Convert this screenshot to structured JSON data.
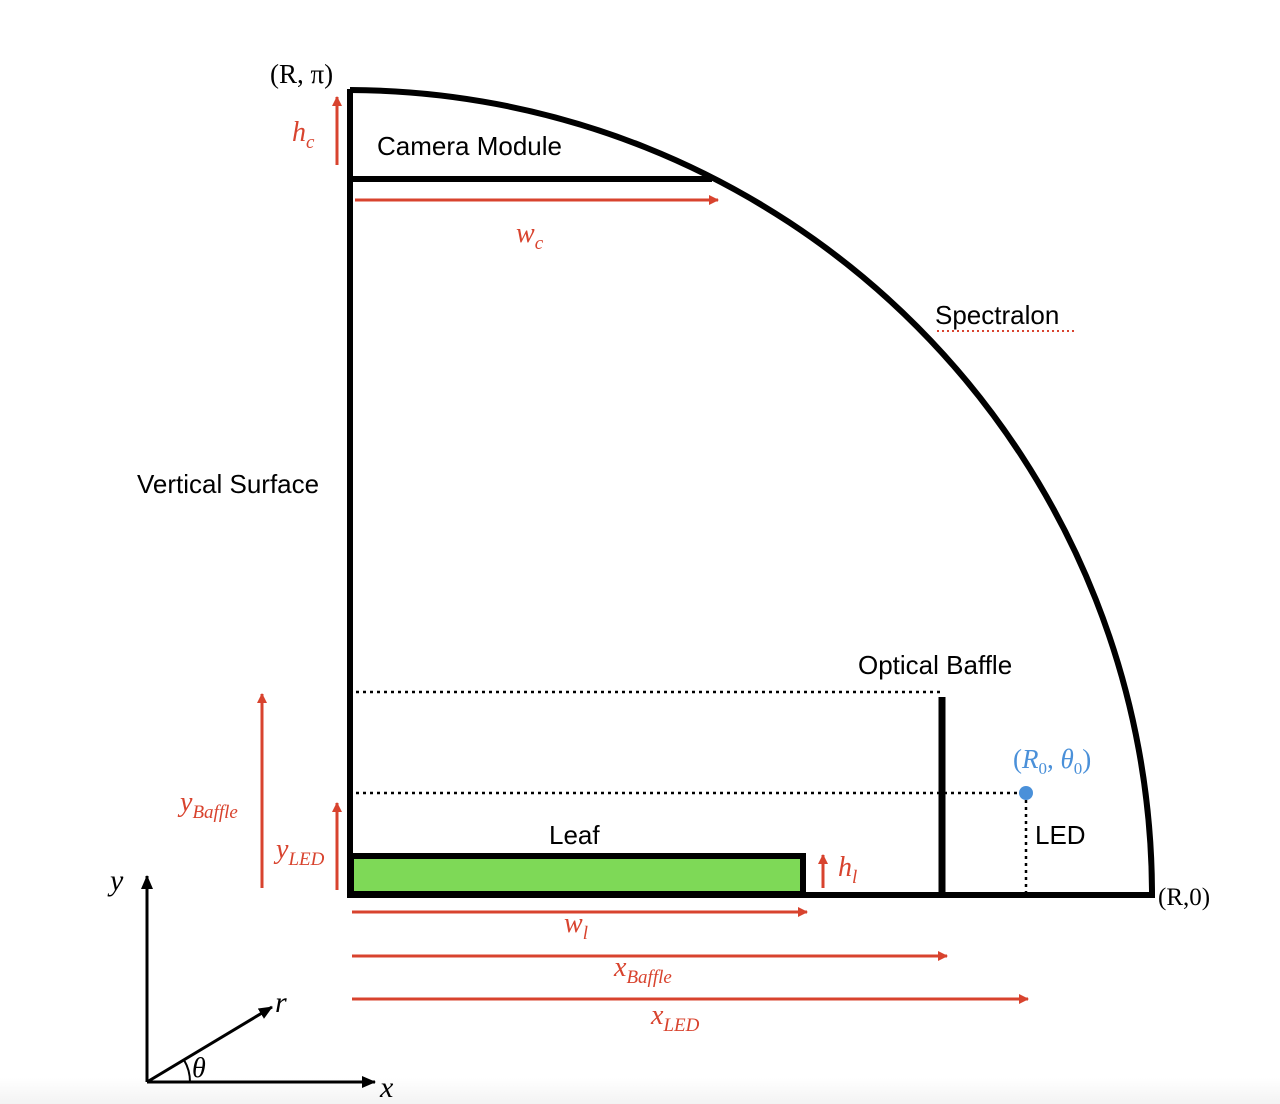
{
  "colors": {
    "outline": "#000000",
    "dimension_arrows": "#d8432e",
    "leaf_fill": "#7ed957",
    "led_point": "#4a90d9",
    "spectralon_underline": "#d8432e"
  },
  "labels": {
    "camera_module": "Camera Module",
    "spectralon": "Spectralon",
    "vertical_surface": "Vertical Surface",
    "optical_baffle": "Optical Baffle",
    "leaf": "Leaf",
    "led": "LED"
  },
  "coordinates": {
    "top_corner": "(R, π)",
    "right_corner": "(R,0)",
    "led_point": {
      "open": "(",
      "r": "R",
      "r_sub": "0",
      "sep": ", ",
      "theta": "θ",
      "theta_sub": "0",
      "close": ")"
    }
  },
  "dimensions": {
    "h_c": {
      "base": "h",
      "sub": "c"
    },
    "w_c": {
      "base": "w",
      "sub": "c"
    },
    "h_l": {
      "base": "h",
      "sub": "l"
    },
    "w_l": {
      "base": "w",
      "sub": "l"
    },
    "y_baffle": {
      "base": "y",
      "sub": "Baffle"
    },
    "y_led": {
      "base": "y",
      "sub": "LED"
    },
    "x_baffle": {
      "base": "x",
      "sub": "Baffle"
    },
    "x_led": {
      "base": "x",
      "sub": "LED"
    }
  },
  "axes": {
    "x": "x",
    "y": "y",
    "r": "r",
    "theta": "θ"
  }
}
